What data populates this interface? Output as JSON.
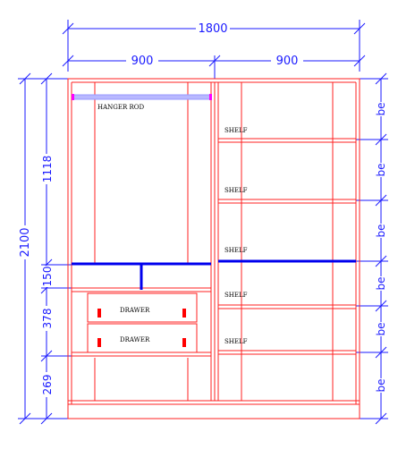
{
  "colors": {
    "carcass_line": "#ff2020",
    "dimension_line": "#1a1aff",
    "heavy_member": "#0000ee",
    "hanger_rod": "#9999ff",
    "hanger_end": "#ff00ff",
    "handle": "#ff0000",
    "label_text": "#000000"
  },
  "dimensions": {
    "overall_width": "1800",
    "left_width": "900",
    "right_width": "900",
    "overall_height": "2100",
    "hanging_height": "1118",
    "divider_height": "150",
    "drawer_height": "378",
    "base_height": "269",
    "right_tick_label": "be"
  },
  "labels": {
    "hanger_rod": "HANGER ROD",
    "drawer_top": "DRAWER",
    "drawer_bottom": "DRAWER",
    "shelves": [
      "SHELF",
      "SHELF",
      "SHELF",
      "SHELF",
      "SHELF"
    ]
  }
}
